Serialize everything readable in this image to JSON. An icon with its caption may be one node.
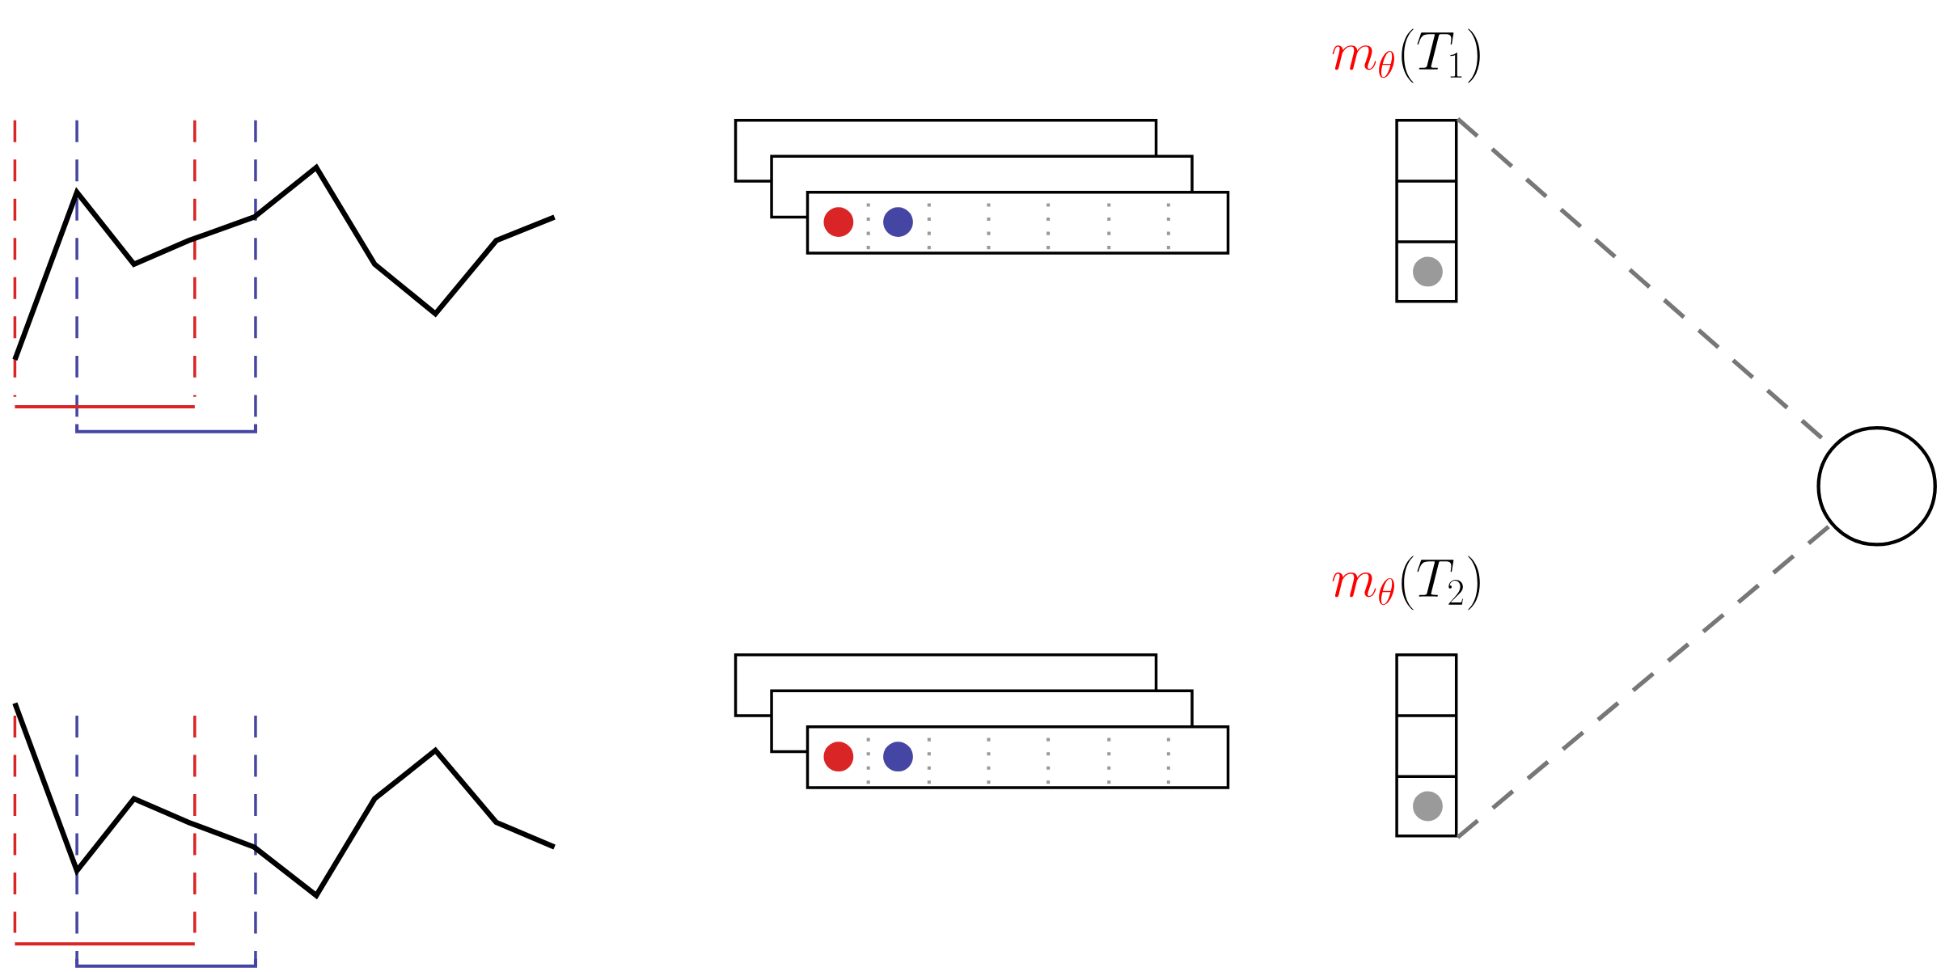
{
  "diagram": {
    "nodes": [
      {
        "text": [
          "\\textcolor{red}{m_\\theta}(T_1)"
        ]
      },
      {
        "text": [
          "\\textcolor{red}{m_\\theta}(T_2)"
        ]
      },
      {
        "text": [],
        "shape": "circle"
      }
    ],
    "edges": [
      {
        "from": 0,
        "to": 2,
        "arrow": "none",
        "style": "dashed",
        "color": "#777777"
      },
      {
        "from": 1,
        "to": 2,
        "arrow": "none",
        "style": "dashed",
        "color": "#777777"
      }
    ]
  }
}
